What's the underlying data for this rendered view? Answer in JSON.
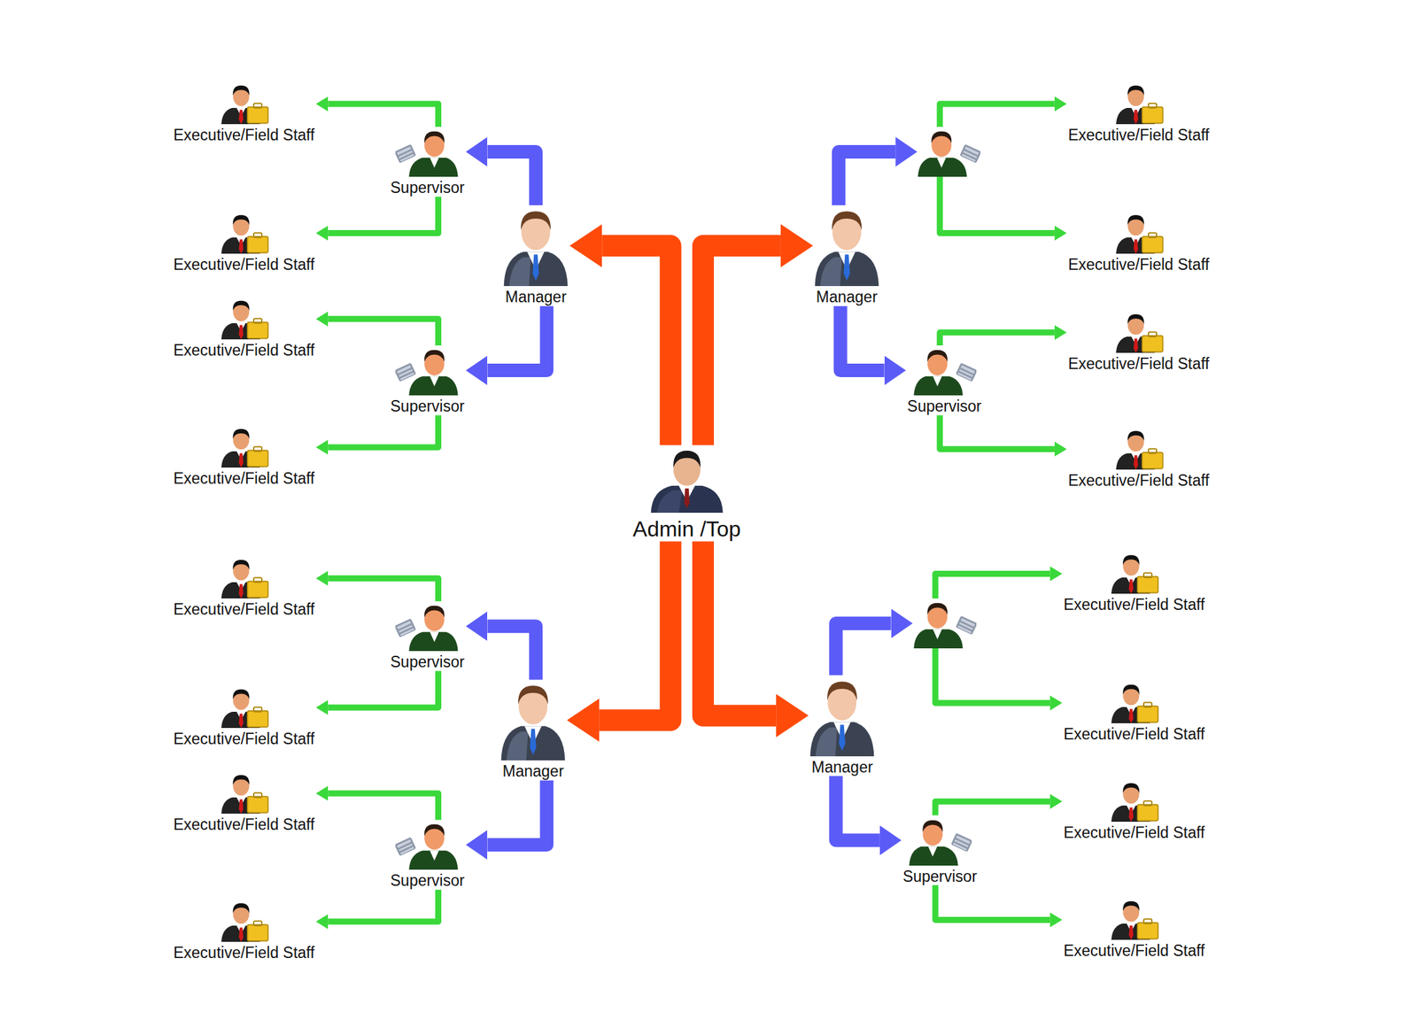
{
  "diagram": {
    "nodes": [
      {
        "text": [
          "Admin /Top"
        ]
      },
      {
        "text": [
          "Manager"
        ]
      },
      {
        "text": [
          "Supervisor"
        ]
      },
      {
        "text": [
          "Executive/Field Staff"
        ]
      },
      {
        "text": [
          "Executive/Field Staff"
        ]
      },
      {
        "text": [
          "Supervisor"
        ]
      },
      {
        "text": [
          "Executive/Field Staff"
        ]
      },
      {
        "text": [
          "Executive/Field Staff"
        ]
      },
      {
        "text": [
          "Manager"
        ]
      },
      {
        "text": []
      },
      {
        "text": [
          "Executive/Field Staff"
        ]
      },
      {
        "text": [
          "Executive/Field Staff"
        ]
      },
      {
        "text": [
          "Supervisor"
        ]
      },
      {
        "text": [
          "Executive/Field Staff"
        ]
      },
      {
        "text": [
          "Executive/Field Staff"
        ]
      },
      {
        "text": [
          "Manager"
        ]
      },
      {
        "text": [
          "Supervisor"
        ]
      },
      {
        "text": [
          "Executive/Field Staff"
        ]
      },
      {
        "text": [
          "Executive/Field Staff"
        ]
      },
      {
        "text": [
          "Supervisor"
        ]
      },
      {
        "text": [
          "Executive/Field Staff"
        ]
      },
      {
        "text": [
          "Executive/Field Staff"
        ]
      },
      {
        "text": [
          "Manager"
        ]
      },
      {
        "text": []
      },
      {
        "text": [
          "Executive/Field Staff"
        ]
      },
      {
        "text": [
          "Executive/Field Staff"
        ]
      },
      {
        "text": [
          "Supervisor"
        ]
      },
      {
        "text": [
          "Executive/Field Staff"
        ]
      },
      {
        "text": [
          "Executive/Field Staff"
        ]
      }
    ],
    "edges": [
      {
        "from": 0,
        "to": 1,
        "arrow": "to"
      },
      {
        "from": 0,
        "to": 8,
        "arrow": "to"
      },
      {
        "from": 0,
        "to": 15,
        "arrow": "to"
      },
      {
        "from": 0,
        "to": 22,
        "arrow": "to"
      },
      {
        "from": 1,
        "to": 2,
        "arrow": "to"
      },
      {
        "from": 1,
        "to": 5,
        "arrow": "to"
      },
      {
        "from": 2,
        "to": 3,
        "arrow": "to"
      },
      {
        "from": 2,
        "to": 4,
        "arrow": "to"
      },
      {
        "from": 5,
        "to": 6,
        "arrow": "to"
      },
      {
        "from": 5,
        "to": 7,
        "arrow": "to"
      },
      {
        "from": 8,
        "to": 9,
        "arrow": "to"
      },
      {
        "from": 8,
        "to": 12,
        "arrow": "to"
      },
      {
        "from": 9,
        "to": 10,
        "arrow": "to"
      },
      {
        "from": 9,
        "to": 11,
        "arrow": "to"
      },
      {
        "from": 12,
        "to": 13,
        "arrow": "to"
      },
      {
        "from": 12,
        "to": 14,
        "arrow": "to"
      },
      {
        "from": 15,
        "to": 16,
        "arrow": "to"
      },
      {
        "from": 15,
        "to": 19,
        "arrow": "to"
      },
      {
        "from": 16,
        "to": 17,
        "arrow": "to"
      },
      {
        "from": 16,
        "to": 18,
        "arrow": "to"
      },
      {
        "from": 19,
        "to": 20,
        "arrow": "to"
      },
      {
        "from": 19,
        "to": 21,
        "arrow": "to"
      },
      {
        "from": 22,
        "to": 23,
        "arrow": "to"
      },
      {
        "from": 22,
        "to": 26,
        "arrow": "to"
      },
      {
        "from": 23,
        "to": 24,
        "arrow": "to"
      },
      {
        "from": 23,
        "to": 25,
        "arrow": "to"
      },
      {
        "from": 26,
        "to": 27,
        "arrow": "to"
      },
      {
        "from": 26,
        "to": 28,
        "arrow": "to"
      }
    ]
  }
}
